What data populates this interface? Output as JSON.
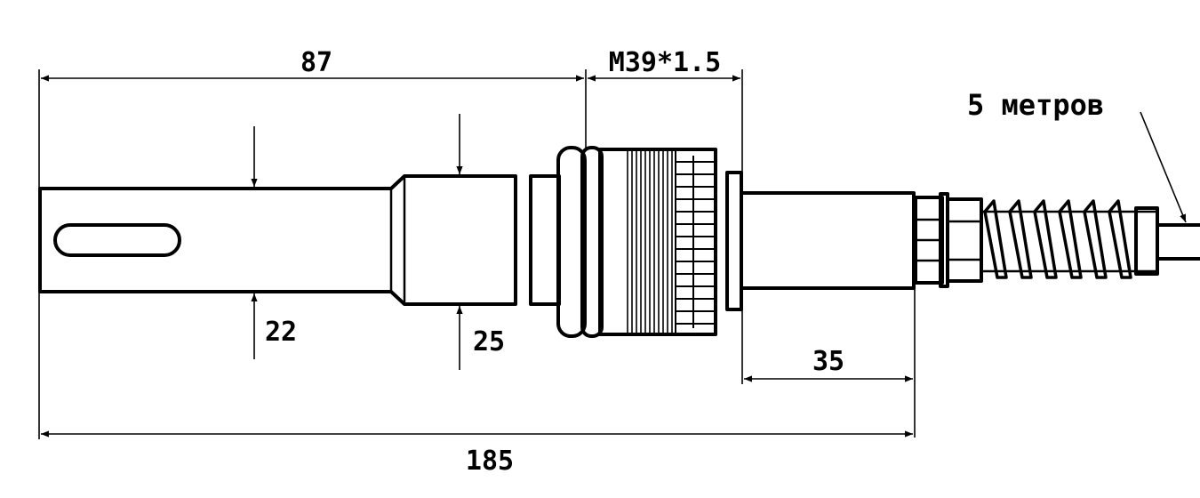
{
  "dimensions": {
    "probe_length": "87",
    "thread": "M39*1.5",
    "shaft_diameter": "22",
    "body_diameter": "25",
    "tail_length": "35",
    "total_length": "185"
  },
  "cable": {
    "length_label": "5 метров"
  },
  "colors": {
    "line": "#000000",
    "background": "#ffffff"
  }
}
